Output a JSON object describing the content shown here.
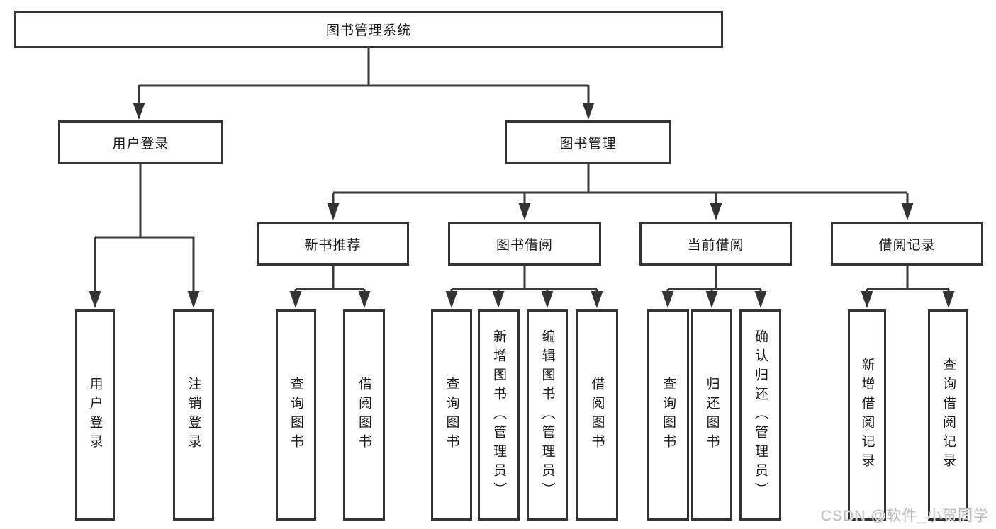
{
  "tree": {
    "root": {
      "label": "图书管理系统",
      "children": [
        {
          "label": "用户登录",
          "children": [
            {
              "label": "用户登录"
            },
            {
              "label": "注销登录"
            }
          ]
        },
        {
          "label": "图书管理",
          "children": [
            {
              "label": "新书推荐",
              "children": [
                {
                  "label": "查询图书"
                },
                {
                  "label": "借阅图书"
                }
              ]
            },
            {
              "label": "图书借阅",
              "children": [
                {
                  "label": "查询图书"
                },
                {
                  "label": "新增图书（管理员）"
                },
                {
                  "label": "编辑图书（管理员）"
                },
                {
                  "label": "借阅图书"
                }
              ]
            },
            {
              "label": "当前借阅",
              "children": [
                {
                  "label": "查询图书"
                },
                {
                  "label": "归还图书"
                },
                {
                  "label": "确认归还（管理员）"
                }
              ]
            },
            {
              "label": "借阅记录",
              "children": [
                {
                  "label": "新增借阅记录"
                },
                {
                  "label": "查询借阅记录"
                }
              ]
            }
          ]
        }
      ]
    }
  },
  "watermark": {
    "text": "CSDN @软件_小贺同学"
  },
  "colors": {
    "line": "#3a3a3a",
    "box_border": "#333333",
    "text": "#1a1a1a",
    "watermark": "#bdbdbd"
  }
}
